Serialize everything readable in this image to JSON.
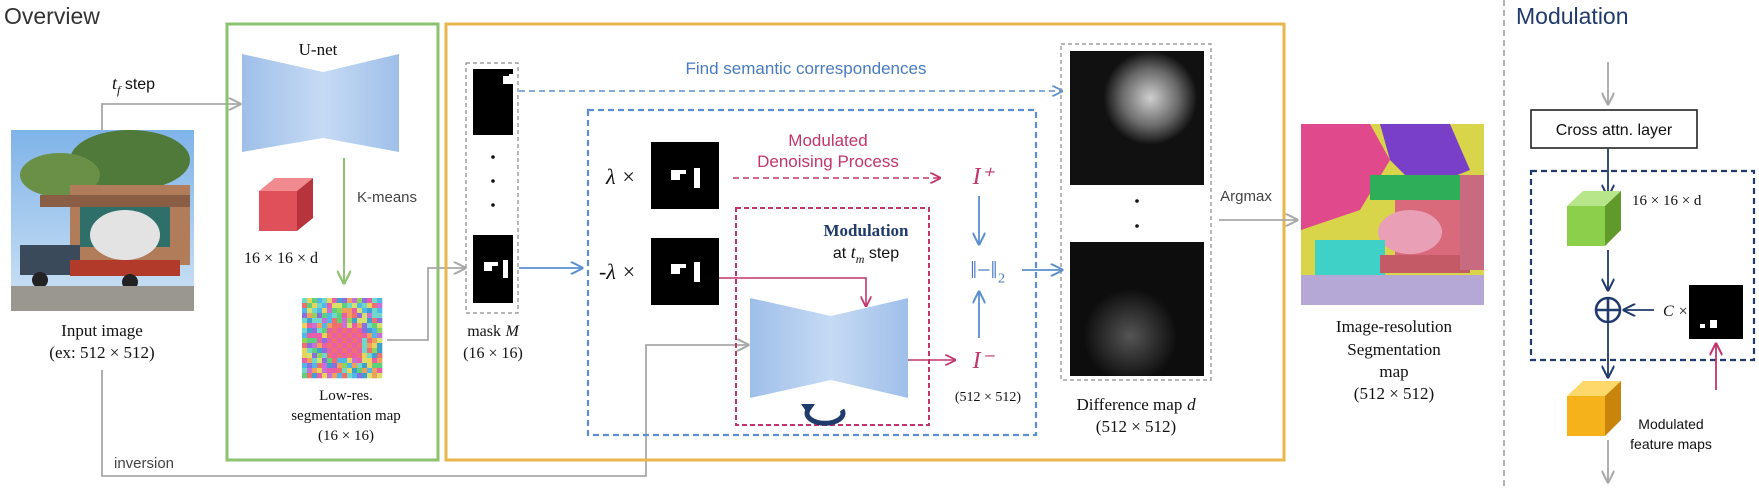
{
  "overview": {
    "title": "Overview",
    "tf_step": "t_f step",
    "tf_var": "t",
    "tf_sub": "f",
    "tf_word": "step",
    "unet_label": "U-net",
    "feature_dim": "16 × 16 × d",
    "kmeans": "K-means",
    "input_label": "Input image",
    "input_size": "(ex: 512 × 512)",
    "lowres_label_1": "Low-res.",
    "lowres_label_2": "segmentation map",
    "lowres_size": "(16 × 16)",
    "inversion": "inversion",
    "find_corr": "Find semantic correspondences",
    "mask_label": "mask M",
    "mask_word": "mask",
    "mask_var": "M",
    "mask_size": "(16 × 16)",
    "lambda_pos": "λ ×",
    "lambda_neg": "-λ ×",
    "modulated_1": "Modulated",
    "modulated_2": "Denoising Process",
    "modulation_title": "Modulation",
    "modulation_step": "at t_m step",
    "modulation_at": "at",
    "modulation_t": "t",
    "modulation_sub": "m",
    "modulation_word": "step",
    "i_plus": "I⁺",
    "i_minus": "I⁻",
    "norm": "‖−‖₂",
    "out_size": "(512 × 512)",
    "diff_label": "Difference map d",
    "diff_word": "Difference map",
    "diff_var": "d",
    "diff_size": "(512 × 512)",
    "argmax": "Argmax",
    "seg_1": "Image-resolution",
    "seg_2": "Segmentation",
    "seg_3": "map",
    "seg_size": "(512 × 512)",
    "dots": "·"
  },
  "modulation": {
    "title": "Modulation",
    "cross_attn": "Cross attn. layer",
    "feature_dim": "16 × 16 × d",
    "c_times": "C ×",
    "modulated_1": "Modulated",
    "modulated_2": "feature maps",
    "oplus": "⊕"
  },
  "colors": {
    "green_box": "#8dc26f",
    "yellow_box": "#e8b64a",
    "blue_dashed": "#5b8fd0",
    "pink": "#c2356a",
    "navy": "#1f3a6b",
    "gray_arrow": "#a8a8a8",
    "unet_blue": "#a9c6ec",
    "red_cube": "#e0505a",
    "green_cube": "#8ccf4a",
    "yellow_cube": "#f5b21b"
  }
}
